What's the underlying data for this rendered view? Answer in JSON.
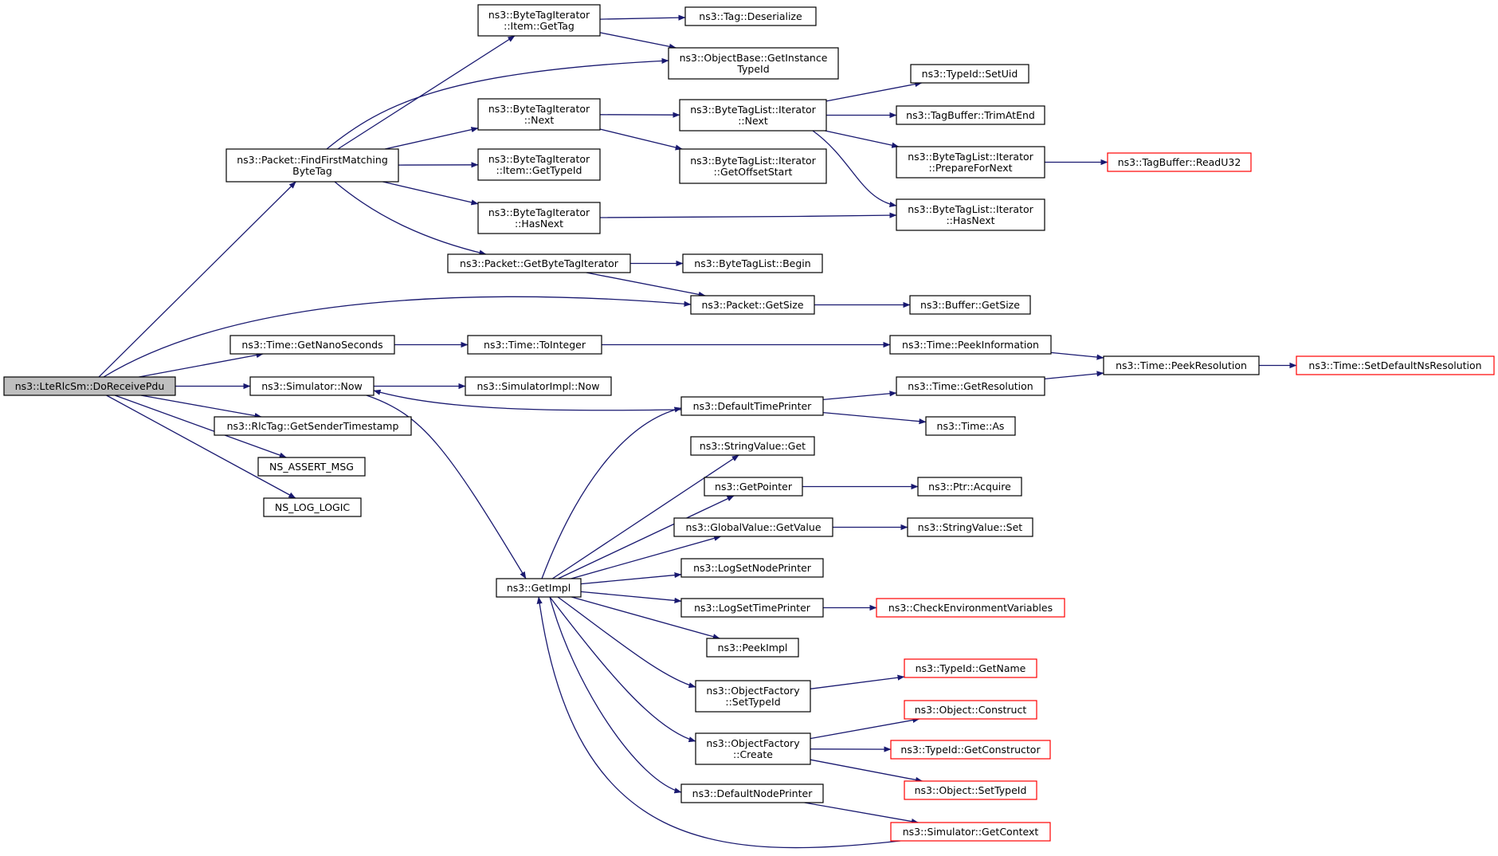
{
  "graph": {
    "title": "ns3::LteRlcSm::DoReceivePdu call graph",
    "edge_color": "#191970",
    "root_fill": "#bfbfbf",
    "truncated_border_color": "#ff0000",
    "nodes": [
      {
        "id": "doReceivePdu",
        "lines": [
          "ns3::LteRlcSm::DoReceivePdu"
        ],
        "root": true
      },
      {
        "id": "findFirstMatchingByteTag",
        "lines": [
          "ns3::Packet::FindFirstMatching",
          "ByteTag"
        ]
      },
      {
        "id": "tagIterItemGetTag",
        "lines": [
          "ns3::ByteTagIterator",
          "::Item::GetTag"
        ]
      },
      {
        "id": "tagDeserialize",
        "lines": [
          "ns3::Tag::Deserialize"
        ]
      },
      {
        "id": "objectBaseGetInstanceTypeId",
        "lines": [
          "ns3::ObjectBase::GetInstance",
          "TypeId"
        ]
      },
      {
        "id": "tagIterNext",
        "lines": [
          "ns3::ByteTagIterator",
          "::Next"
        ]
      },
      {
        "id": "tagListIterNext",
        "lines": [
          "ns3::ByteTagList::Iterator",
          "::Next"
        ]
      },
      {
        "id": "typeIdSetUid",
        "lines": [
          "ns3::TypeId::SetUid"
        ]
      },
      {
        "id": "tagBufferTrimAtEnd",
        "lines": [
          "ns3::TagBuffer::TrimAtEnd"
        ]
      },
      {
        "id": "tagListIterPrepareForNext",
        "lines": [
          "ns3::ByteTagList::Iterator",
          "::PrepareForNext"
        ]
      },
      {
        "id": "tagBufferReadU32",
        "lines": [
          "ns3::TagBuffer::ReadU32"
        ],
        "truncated": true
      },
      {
        "id": "tagListIterGetOffsetStart",
        "lines": [
          "ns3::ByteTagList::Iterator",
          "::GetOffsetStart"
        ]
      },
      {
        "id": "tagIterItemGetTypeId",
        "lines": [
          "ns3::ByteTagIterator",
          "::Item::GetTypeId"
        ]
      },
      {
        "id": "tagIterHasNext",
        "lines": [
          "ns3::ByteTagIterator",
          "::HasNext"
        ]
      },
      {
        "id": "tagListIterHasNext",
        "lines": [
          "ns3::ByteTagList::Iterator",
          "::HasNext"
        ]
      },
      {
        "id": "packetGetByteTagIterator",
        "lines": [
          "ns3::Packet::GetByteTagIterator"
        ]
      },
      {
        "id": "byteTagListBegin",
        "lines": [
          "ns3::ByteTagList::Begin"
        ]
      },
      {
        "id": "packetGetSize",
        "lines": [
          "ns3::Packet::GetSize"
        ]
      },
      {
        "id": "bufferGetSize",
        "lines": [
          "ns3::Buffer::GetSize"
        ]
      },
      {
        "id": "timeGetNanoSeconds",
        "lines": [
          "ns3::Time::GetNanoSeconds"
        ]
      },
      {
        "id": "timeToInteger",
        "lines": [
          "ns3::Time::ToInteger"
        ]
      },
      {
        "id": "timePeekInformation",
        "lines": [
          "ns3::Time::PeekInformation"
        ]
      },
      {
        "id": "timePeekResolution",
        "lines": [
          "ns3::Time::PeekResolution"
        ]
      },
      {
        "id": "timeSetDefaultNsResolution",
        "lines": [
          "ns3::Time::SetDefaultNsResolution"
        ],
        "truncated": true
      },
      {
        "id": "simulatorNow",
        "lines": [
          "ns3::Simulator::Now"
        ]
      },
      {
        "id": "simulatorImplNow",
        "lines": [
          "ns3::SimulatorImpl::Now"
        ]
      },
      {
        "id": "rlcTagGetSenderTimestamp",
        "lines": [
          "ns3::RlcTag::GetSenderTimestamp"
        ]
      },
      {
        "id": "nsAssertMsg",
        "lines": [
          "NS_ASSERT_MSG"
        ]
      },
      {
        "id": "nsLogLogic",
        "lines": [
          "NS_LOG_LOGIC"
        ]
      },
      {
        "id": "defaultTimePrinter",
        "lines": [
          "ns3::DefaultTimePrinter"
        ]
      },
      {
        "id": "timeGetResolution",
        "lines": [
          "ns3::Time::GetResolution"
        ]
      },
      {
        "id": "timeAs",
        "lines": [
          "ns3::Time::As"
        ]
      },
      {
        "id": "stringValueGet",
        "lines": [
          "ns3::StringValue::Get"
        ]
      },
      {
        "id": "getPointer",
        "lines": [
          "ns3::GetPointer"
        ]
      },
      {
        "id": "ptrAcquire",
        "lines": [
          "ns3::Ptr::Acquire"
        ]
      },
      {
        "id": "globalValueGetValue",
        "lines": [
          "ns3::GlobalValue::GetValue"
        ]
      },
      {
        "id": "stringValueSet",
        "lines": [
          "ns3::StringValue::Set"
        ]
      },
      {
        "id": "getImpl",
        "lines": [
          "ns3::GetImpl"
        ]
      },
      {
        "id": "logSetNodePrinter",
        "lines": [
          "ns3::LogSetNodePrinter"
        ]
      },
      {
        "id": "logSetTimePrinter",
        "lines": [
          "ns3::LogSetTimePrinter"
        ]
      },
      {
        "id": "checkEnvironmentVariables",
        "lines": [
          "ns3::CheckEnvironmentVariables"
        ],
        "truncated": true
      },
      {
        "id": "peekImpl",
        "lines": [
          "ns3::PeekImpl"
        ]
      },
      {
        "id": "objectFactorySetTypeId",
        "lines": [
          "ns3::ObjectFactory",
          "::SetTypeId"
        ]
      },
      {
        "id": "typeIdGetName",
        "lines": [
          "ns3::TypeId::GetName"
        ],
        "truncated": true
      },
      {
        "id": "objectFactoryCreate",
        "lines": [
          "ns3::ObjectFactory",
          "::Create"
        ]
      },
      {
        "id": "objectConstruct",
        "lines": [
          "ns3::Object::Construct"
        ],
        "truncated": true
      },
      {
        "id": "typeIdGetConstructor",
        "lines": [
          "ns3::TypeId::GetConstructor"
        ],
        "truncated": true
      },
      {
        "id": "objectSetTypeId",
        "lines": [
          "ns3::Object::SetTypeId"
        ],
        "truncated": true
      },
      {
        "id": "defaultNodePrinter",
        "lines": [
          "ns3::DefaultNodePrinter"
        ]
      },
      {
        "id": "simulatorGetContext",
        "lines": [
          "ns3::Simulator::GetContext"
        ],
        "truncated": true
      }
    ],
    "edges": [
      [
        "doReceivePdu",
        "findFirstMatchingByteTag"
      ],
      [
        "doReceivePdu",
        "packetGetSize"
      ],
      [
        "doReceivePdu",
        "timeGetNanoSeconds"
      ],
      [
        "doReceivePdu",
        "simulatorNow"
      ],
      [
        "doReceivePdu",
        "rlcTagGetSenderTimestamp"
      ],
      [
        "doReceivePdu",
        "nsAssertMsg"
      ],
      [
        "doReceivePdu",
        "nsLogLogic"
      ],
      [
        "findFirstMatchingByteTag",
        "tagIterItemGetTag"
      ],
      [
        "findFirstMatchingByteTag",
        "objectBaseGetInstanceTypeId"
      ],
      [
        "findFirstMatchingByteTag",
        "tagIterNext"
      ],
      [
        "findFirstMatchingByteTag",
        "tagIterItemGetTypeId"
      ],
      [
        "findFirstMatchingByteTag",
        "tagIterHasNext"
      ],
      [
        "findFirstMatchingByteTag",
        "packetGetByteTagIterator"
      ],
      [
        "tagIterItemGetTag",
        "tagDeserialize"
      ],
      [
        "tagIterItemGetTag",
        "objectBaseGetInstanceTypeId"
      ],
      [
        "tagIterNext",
        "tagListIterNext"
      ],
      [
        "tagIterNext",
        "tagListIterGetOffsetStart"
      ],
      [
        "tagListIterNext",
        "typeIdSetUid"
      ],
      [
        "tagListIterNext",
        "tagBufferTrimAtEnd"
      ],
      [
        "tagListIterNext",
        "tagListIterPrepareForNext"
      ],
      [
        "tagListIterNext",
        "tagListIterHasNext"
      ],
      [
        "tagListIterPrepareForNext",
        "tagBufferReadU32"
      ],
      [
        "tagIterHasNext",
        "tagListIterHasNext"
      ],
      [
        "packetGetByteTagIterator",
        "byteTagListBegin"
      ],
      [
        "packetGetByteTagIterator",
        "packetGetSize"
      ],
      [
        "packetGetSize",
        "bufferGetSize"
      ],
      [
        "timeGetNanoSeconds",
        "timeToInteger"
      ],
      [
        "timeToInteger",
        "timePeekInformation"
      ],
      [
        "timePeekInformation",
        "timePeekResolution"
      ],
      [
        "timePeekResolution",
        "timeSetDefaultNsResolution"
      ],
      [
        "simulatorNow",
        "simulatorImplNow"
      ],
      [
        "simulatorNow",
        "getImpl"
      ],
      [
        "defaultTimePrinter",
        "simulatorNow"
      ],
      [
        "defaultTimePrinter",
        "timeGetResolution"
      ],
      [
        "defaultTimePrinter",
        "timeAs"
      ],
      [
        "timeGetResolution",
        "timePeekResolution"
      ],
      [
        "getImpl",
        "defaultTimePrinter"
      ],
      [
        "getImpl",
        "stringValueGet"
      ],
      [
        "getImpl",
        "getPointer"
      ],
      [
        "getImpl",
        "globalValueGetValue"
      ],
      [
        "getImpl",
        "logSetNodePrinter"
      ],
      [
        "getImpl",
        "logSetTimePrinter"
      ],
      [
        "getImpl",
        "peekImpl"
      ],
      [
        "getImpl",
        "objectFactorySetTypeId"
      ],
      [
        "getImpl",
        "objectFactoryCreate"
      ],
      [
        "getImpl",
        "defaultNodePrinter"
      ],
      [
        "getPointer",
        "ptrAcquire"
      ],
      [
        "globalValueGetValue",
        "stringValueSet"
      ],
      [
        "logSetTimePrinter",
        "checkEnvironmentVariables"
      ],
      [
        "objectFactorySetTypeId",
        "typeIdGetName"
      ],
      [
        "objectFactoryCreate",
        "objectConstruct"
      ],
      [
        "objectFactoryCreate",
        "typeIdGetConstructor"
      ],
      [
        "objectFactoryCreate",
        "objectSetTypeId"
      ],
      [
        "defaultNodePrinter",
        "simulatorGetContext"
      ],
      [
        "simulatorGetContext",
        "getImpl"
      ]
    ]
  }
}
